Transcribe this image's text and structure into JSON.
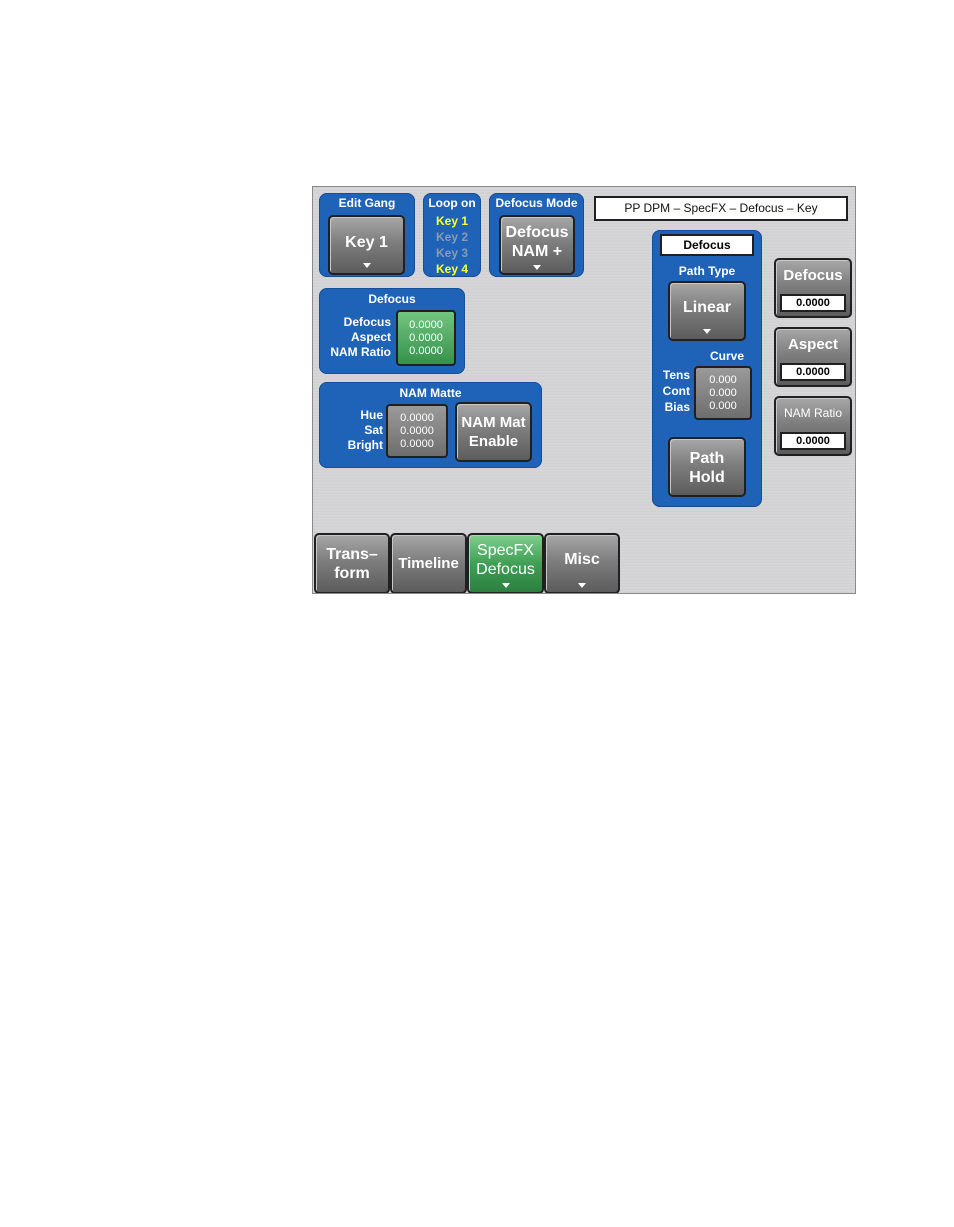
{
  "page_title": "PP DPM – SpecFX – Defocus – Key",
  "colors": {
    "panel_blue": "#1f63b8",
    "active_green": "#3f9f55",
    "loop_active": "#ffff33",
    "loop_inactive": "#8a9bb3"
  },
  "edit_gang": {
    "title": "Edit Gang",
    "button": "Key 1"
  },
  "loop_on": {
    "title": "Loop on",
    "items": [
      {
        "label": "Key 1",
        "active": true
      },
      {
        "label": "Key 2",
        "active": false
      },
      {
        "label": "Key 3",
        "active": false
      },
      {
        "label": "Key 4",
        "active": true
      }
    ]
  },
  "defocus_mode": {
    "title": "Defocus Mode",
    "line1": "Defocus",
    "line2": "NAM +"
  },
  "defocus_panel": {
    "title": "Defocus",
    "labels": [
      "Defocus",
      "Aspect",
      "NAM Ratio"
    ],
    "values": [
      "0.0000",
      "0.0000",
      "0.0000"
    ]
  },
  "nam_matte": {
    "title": "NAM Matte",
    "labels": [
      "Hue",
      "Sat",
      "Bright"
    ],
    "values": [
      "0.0000",
      "0.0000",
      "0.0000"
    ],
    "enable_line1": "NAM Mat",
    "enable_line2": "Enable"
  },
  "path_panel": {
    "header": "Defocus",
    "path_type_title": "Path Type",
    "path_type_button": "Linear",
    "curve_title": "Curve",
    "curve_labels": [
      "Tens",
      "Cont",
      "Bias"
    ],
    "curve_values": [
      "0.000",
      "0.000",
      "0.000"
    ],
    "path_hold_line1": "Path",
    "path_hold_line2": "Hold"
  },
  "right_controls": [
    {
      "label": "Defocus",
      "value": "0.0000"
    },
    {
      "label": "Aspect",
      "value": "0.0000"
    },
    {
      "label": "NAM Ratio",
      "value": "0.0000"
    }
  ],
  "tabs": [
    {
      "line1": "Trans–",
      "line2": "form"
    },
    {
      "line1": "Timeline",
      "line2": ""
    },
    {
      "line1": "SpecFX",
      "line2": "Defocus"
    },
    {
      "line1": "Misc",
      "line2": ""
    }
  ]
}
